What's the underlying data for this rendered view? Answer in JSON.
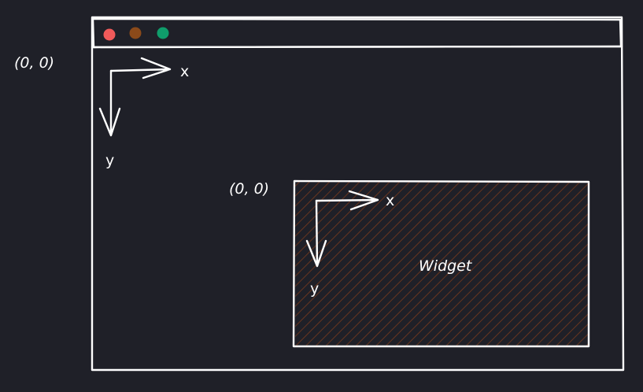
{
  "window": {
    "origin_label": "(0, 0)",
    "x_axis_label": "x",
    "y_axis_label": "y",
    "buttons": [
      {
        "name": "close",
        "color": "#f05a5a"
      },
      {
        "name": "minimize",
        "color": "#8b4a1a"
      },
      {
        "name": "maximize",
        "color": "#0f9d6b"
      }
    ]
  },
  "widget": {
    "origin_label": "(0, 0)",
    "x_axis_label": "x",
    "y_axis_label": "y",
    "label": "Widget",
    "hatch_color": "#7a3a1c"
  },
  "colors": {
    "background": "#1f2028",
    "stroke": "#ffffff"
  }
}
